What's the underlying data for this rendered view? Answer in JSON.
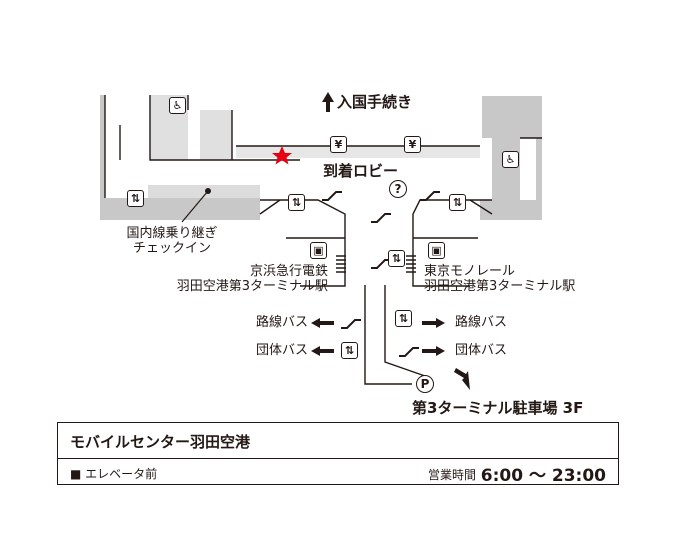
{
  "map": {
    "arrival_procedure": "入国手続き",
    "arrival_lobby": "到着ロビー",
    "domestic_transfer": [
      "国内線乗り継ぎ",
      "チェックイン"
    ],
    "keikyu": [
      "京浜急行電鉄",
      "羽田空港第3ターミナル駅"
    ],
    "monorail": [
      "東京モノレール",
      "羽田空港第3ターミナル駅"
    ],
    "route_bus_left": "路線バス",
    "group_bus_left": "団体バス",
    "route_bus_right": "路線バス",
    "group_bus_right": "団体バス",
    "parking": "第3ターミナル駐車場 3F",
    "parking_symbol": "P",
    "info_symbol": "?",
    "yen_symbol": "¥",
    "current_location_color": "#e60012",
    "wall_color": "#c8c8c8"
  },
  "info": {
    "title": "モバイルセンター羽田空港",
    "location": "■ エレベータ前",
    "hours_label": "営業時間",
    "hours": "6:00 〜 23:00"
  }
}
